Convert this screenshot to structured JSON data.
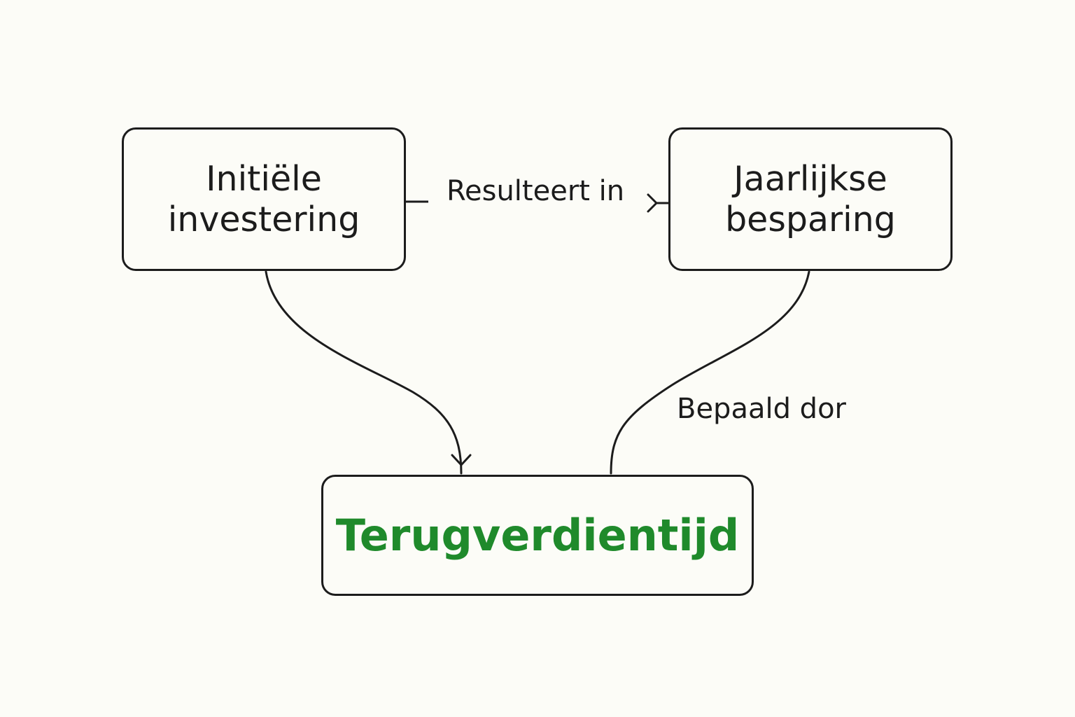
{
  "nodes": {
    "initial_investment": {
      "line1": "Initiële",
      "line2": "investering"
    },
    "annual_savings": {
      "line1": "Jaarlijkse",
      "line2": "besparing"
    },
    "payback_time": {
      "label": "Terugverdientijd"
    }
  },
  "edges": {
    "results_in": {
      "label": "Resulteert in"
    },
    "determined_by": {
      "label": "Bepaald dor"
    }
  },
  "colors": {
    "background": "#fcfcf7",
    "stroke": "#1c1c1c",
    "accent_green": "#1f8a2b"
  }
}
